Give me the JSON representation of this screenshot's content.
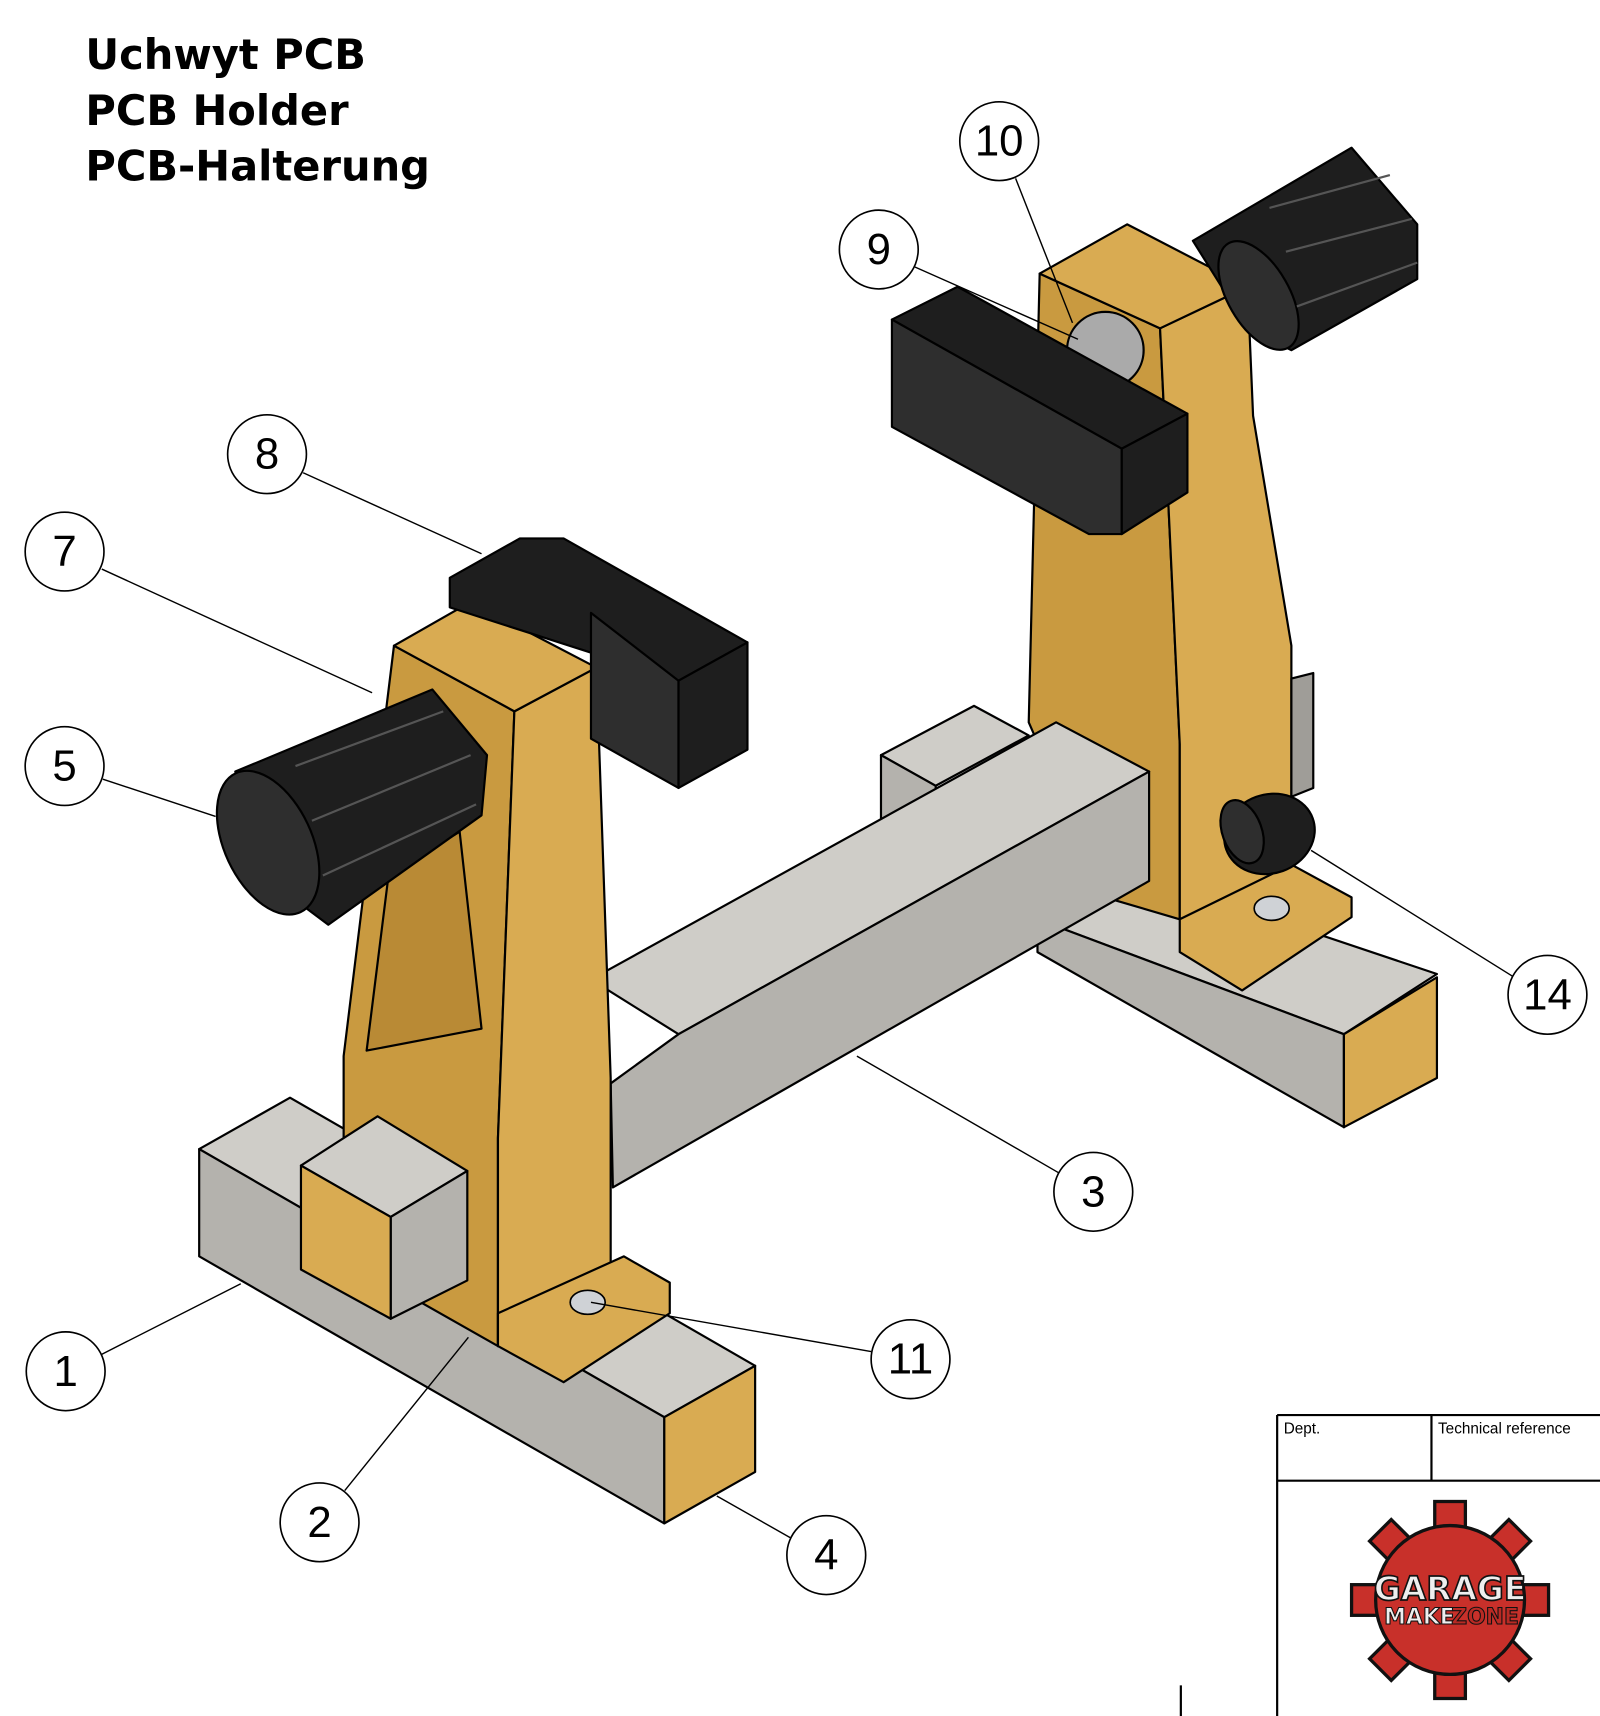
{
  "title": {
    "lines": [
      "Uchwyt PCB",
      "PCB Holder",
      "PCB-Halterung"
    ]
  },
  "balloons": [
    "1",
    "2",
    "3",
    "4",
    "5",
    "7",
    "8",
    "9",
    "10",
    "11",
    "14"
  ],
  "title_block": {
    "dept_label": "Dept.",
    "tech_ref_label": "Technical reference",
    "logo_text": [
      "GARAGE",
      "MAKE",
      "ZONE"
    ]
  },
  "colors": {
    "part_gold": "#d9ab52",
    "part_gray": "#b4b2ad",
    "part_black": "#1e1e1e",
    "logo_red": "#c8302a"
  }
}
